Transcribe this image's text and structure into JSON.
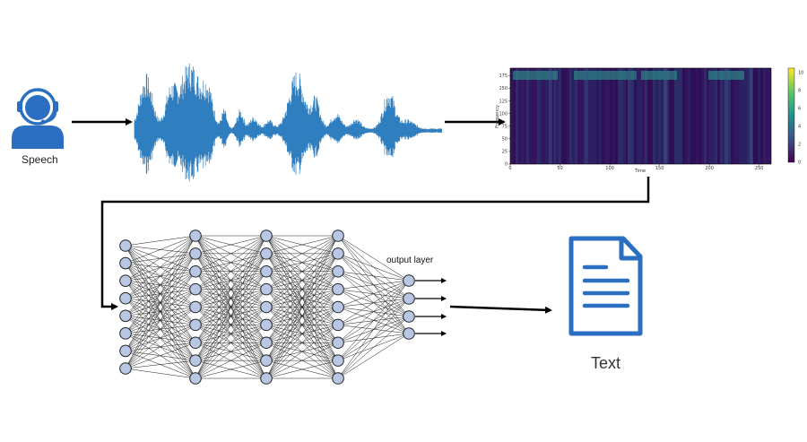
{
  "labels": {
    "speech": "Speech",
    "output_layer": "output layer",
    "text": "Text"
  },
  "spectrogram": {
    "xlabel": "Time",
    "ylabel": "Frequency",
    "x_ticks": [
      "0",
      "50",
      "100",
      "150",
      "200",
      "250"
    ],
    "y_ticks": [
      "0",
      "25",
      "50",
      "75",
      "100",
      "125",
      "150",
      "175"
    ],
    "colorbar_ticks": [
      "0",
      "2",
      "4",
      "6",
      "8",
      "10"
    ]
  },
  "network": {
    "layer_sizes": [
      8,
      9,
      9,
      9,
      4
    ]
  },
  "colors": {
    "icon_blue": "#2a6fc1",
    "wave_blue": "#2f7fc0",
    "node_fill": "#b8c8e4",
    "arrow": "#000000"
  },
  "icons": [
    "headset-user-icon",
    "document-icon"
  ]
}
